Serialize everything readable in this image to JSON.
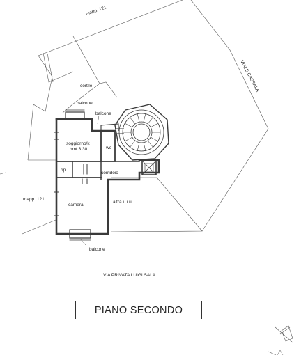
{
  "labels": {
    "mapp_top": "mapp. 121",
    "viale": "VIALE CASSALA",
    "cortile": "cortile",
    "balcone_top_left": "balcone",
    "balcone_top_right": "balcone",
    "soggiorno": "soggiorno/k",
    "hmt": "hmt 3.30",
    "wc": "wc",
    "rip": "rip.",
    "corridoio": "corridoio",
    "mapp_left": "mapp. 121",
    "camera": "camera",
    "altra": "altra u.i.u.",
    "balcone_bottom": "balcone",
    "via": "VIA PRIVATA LUIGI SALA"
  },
  "title": "PIANO SECONDO",
  "colors": {
    "line": "#333333",
    "wall": "#3a3a3a",
    "background": "#ffffff"
  },
  "icons": {
    "north_arrow": "north-arrow-icon",
    "stair": "spiral-staircase-icon",
    "lift": "elevator-icon"
  }
}
